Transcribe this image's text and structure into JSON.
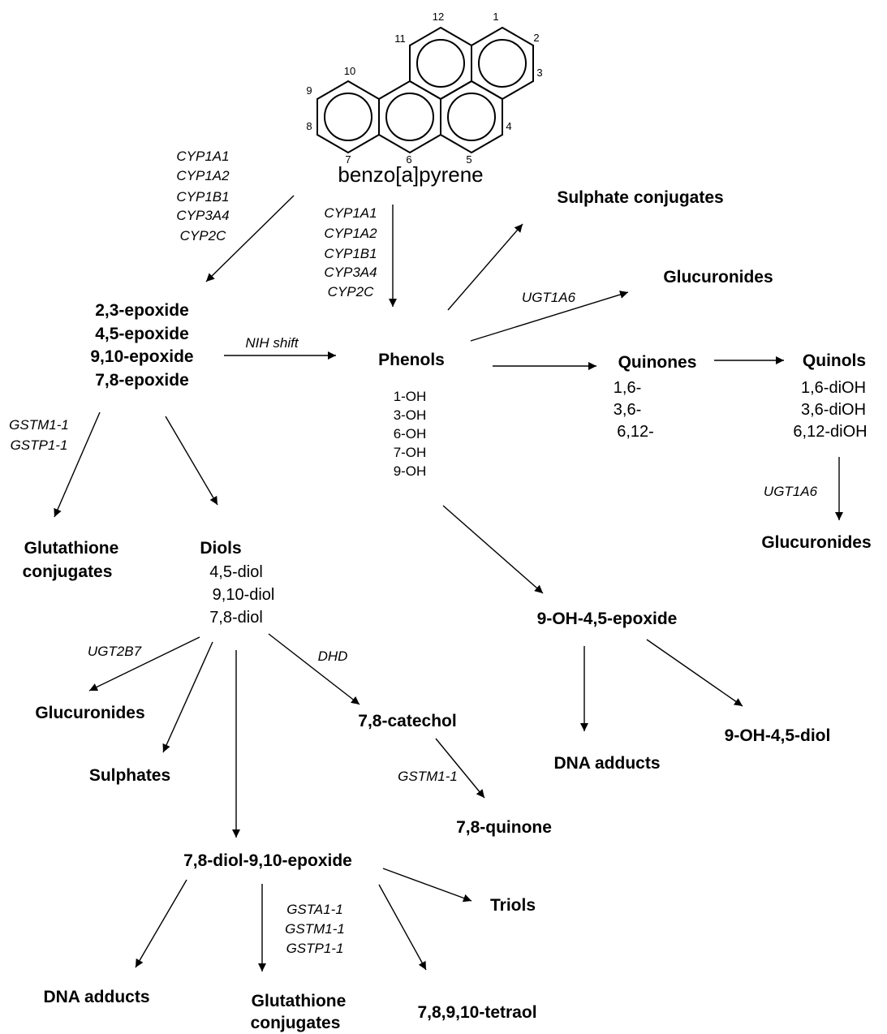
{
  "structure": {
    "name": "benzo[a]pyrene",
    "positions": [
      "1",
      "2",
      "3",
      "4",
      "5",
      "6",
      "7",
      "8",
      "9",
      "10",
      "11",
      "12"
    ]
  },
  "nodes": {
    "epoxides": [
      "2,3-epoxide",
      "4,5-epoxide",
      "9,10-epoxide",
      "7,8-epoxide"
    ],
    "phenols": {
      "title": "Phenols",
      "items": [
        "1-OH",
        "3-OH",
        "6-OH",
        "7-OH",
        "9-OH"
      ]
    },
    "sulphate_conjugates": "Sulphate conjugates",
    "glucuronides_phenol": "Glucuronides",
    "quinones": {
      "title": "Quinones",
      "items": [
        "1,6-",
        "3,6-",
        "6,12-"
      ]
    },
    "quinols": {
      "title": "Quinols",
      "items": [
        "1,6-diOH",
        "3,6-diOH",
        "6,12-diOH"
      ]
    },
    "glucuronides_quinol": "Glucuronides",
    "glutathione_conj_1": [
      "Glutathione",
      "conjugates"
    ],
    "diols": {
      "title": "Diols",
      "items": [
        "4,5-diol",
        "9,10-diol",
        "7,8-diol"
      ]
    },
    "oh_epoxide": "9-OH-4,5-epoxide",
    "glucuronides_diol": "Glucuronides",
    "sulphates": "Sulphates",
    "catechol": "7,8-catechol",
    "quinone78": "7,8-quinone",
    "dna_adducts_1": "DNA adducts",
    "oh_diol": "9-OH-4,5-diol",
    "diol_epoxide": "7,8-diol-9,10-epoxide",
    "triols": "Triols",
    "dna_adducts_2": "DNA adducts",
    "glutathione_conj_2": [
      "Glutathione",
      "conjugates"
    ],
    "tetraol": "7,8,9,10-tetraol"
  },
  "enzymes": {
    "cyp_left": [
      "CYP1A1",
      "CYP1A2",
      "CYP1B1",
      "CYP3A4",
      "CYP2C"
    ],
    "cyp_center": [
      "CYP1A1",
      "CYP1A2",
      "CYP1B1",
      "CYP3A4",
      "CYP2C"
    ],
    "nih_shift": "NIH shift",
    "ugt1a6_phenol": "UGT1A6",
    "ugt1a6_quinol": "UGT1A6",
    "gst_epoxide": [
      "GSTM1-1",
      "GSTP1-1"
    ],
    "ugt2b7": "UGT2B7",
    "dhd": "DHD",
    "gstm_catechol": "GSTM1-1",
    "gst_diolepoxide": [
      "GSTA1-1",
      "GSTM1-1",
      "GSTP1-1"
    ]
  }
}
